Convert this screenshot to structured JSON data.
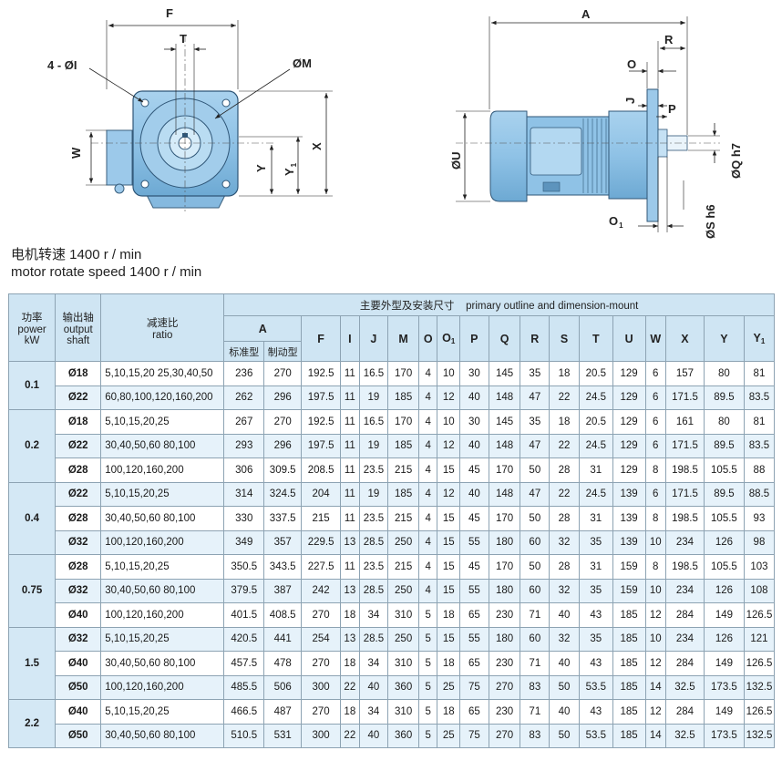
{
  "diagram_labels": {
    "F": "F",
    "T": "T",
    "four_dia_i": "4 - ØI",
    "dia_m": "ØM",
    "W": "W",
    "Y": "Y",
    "Y1": "Y",
    "X": "X",
    "A": "A",
    "R": "R",
    "O": "O",
    "J": "J",
    "P": "P",
    "dia_u": "ØU",
    "dia_q_h7": "ØQ  h7",
    "O1": "O",
    "dia_s_h6": "ØS  h6",
    "sub1": "1"
  },
  "caption": {
    "line_cn": "电机转速 1400 r / min",
    "line_en": "motor rotate speed 1400 r / min"
  },
  "table": {
    "header": {
      "power_cn": "功率",
      "power_en": "power",
      "power_unit": "kW",
      "shaft_cn": "输出轴",
      "shaft_en1": "output",
      "shaft_en2": "shaft",
      "ratio_cn": "减速比",
      "ratio_en": "ratio",
      "group_title": "主要外型及安装尺寸    primary outline and dimension-mount",
      "A": "A",
      "A_std": "标准型",
      "A_brake": "制动型",
      "cols": [
        "F",
        "I",
        "J",
        "M",
        "O",
        "O",
        "P",
        "Q",
        "R",
        "S",
        "T",
        "U",
        "W",
        "X",
        "Y",
        "Y"
      ],
      "col_sub": [
        "",
        "",
        "",
        "",
        "",
        "1",
        "",
        "",
        "",
        "",
        "",
        "",
        "",
        "",
        "",
        "1"
      ]
    },
    "groups": [
      {
        "power": "0.1",
        "rows": [
          [
            "Ø18",
            "5,10,15,20 25,30,40,50",
            "236",
            "270",
            "192.5",
            "11",
            "16.5",
            "170",
            "4",
            "10",
            "30",
            "145",
            "35",
            "18",
            "20.5",
            "129",
            "6",
            "157",
            "80",
            "81"
          ],
          [
            "Ø22",
            "60,80,100,120,160,200",
            "262",
            "296",
            "197.5",
            "11",
            "19",
            "185",
            "4",
            "12",
            "40",
            "148",
            "47",
            "22",
            "24.5",
            "129",
            "6",
            "171.5",
            "89.5",
            "83.5"
          ]
        ]
      },
      {
        "power": "0.2",
        "rows": [
          [
            "Ø18",
            "5,10,15,20,25",
            "267",
            "270",
            "192.5",
            "11",
            "16.5",
            "170",
            "4",
            "10",
            "30",
            "145",
            "35",
            "18",
            "20.5",
            "129",
            "6",
            "161",
            "80",
            "81"
          ],
          [
            "Ø22",
            "30,40,50,60 80,100",
            "293",
            "296",
            "197.5",
            "11",
            "19",
            "185",
            "4",
            "12",
            "40",
            "148",
            "47",
            "22",
            "24.5",
            "129",
            "6",
            "171.5",
            "89.5",
            "83.5"
          ],
          [
            "Ø28",
            "100,120,160,200",
            "306",
            "309.5",
            "208.5",
            "11",
            "23.5",
            "215",
            "4",
            "15",
            "45",
            "170",
            "50",
            "28",
            "31",
            "129",
            "8",
            "198.5",
            "105.5",
            "88"
          ]
        ]
      },
      {
        "power": "0.4",
        "rows": [
          [
            "Ø22",
            "5,10,15,20,25",
            "314",
            "324.5",
            "204",
            "11",
            "19",
            "185",
            "4",
            "12",
            "40",
            "148",
            "47",
            "22",
            "24.5",
            "139",
            "6",
            "171.5",
            "89.5",
            "88.5"
          ],
          [
            "Ø28",
            "30,40,50,60 80,100",
            "330",
            "337.5",
            "215",
            "11",
            "23.5",
            "215",
            "4",
            "15",
            "45",
            "170",
            "50",
            "28",
            "31",
            "139",
            "8",
            "198.5",
            "105.5",
            "93"
          ],
          [
            "Ø32",
            "100,120,160,200",
            "349",
            "357",
            "229.5",
            "13",
            "28.5",
            "250",
            "4",
            "15",
            "55",
            "180",
            "60",
            "32",
            "35",
            "139",
            "10",
            "234",
            "126",
            "98"
          ]
        ]
      },
      {
        "power": "0.75",
        "rows": [
          [
            "Ø28",
            "5,10,15,20,25",
            "350.5",
            "343.5",
            "227.5",
            "11",
            "23.5",
            "215",
            "4",
            "15",
            "45",
            "170",
            "50",
            "28",
            "31",
            "159",
            "8",
            "198.5",
            "105.5",
            "103"
          ],
          [
            "Ø32",
            "30,40,50,60 80,100",
            "379.5",
            "387",
            "242",
            "13",
            "28.5",
            "250",
            "4",
            "15",
            "55",
            "180",
            "60",
            "32",
            "35",
            "159",
            "10",
            "234",
            "126",
            "108"
          ],
          [
            "Ø40",
            "100,120,160,200",
            "401.5",
            "408.5",
            "270",
            "18",
            "34",
            "310",
            "5",
            "18",
            "65",
            "230",
            "71",
            "40",
            "43",
            "185",
            "12",
            "284",
            "149",
            "126.5"
          ]
        ]
      },
      {
        "power": "1.5",
        "rows": [
          [
            "Ø32",
            "5,10,15,20,25",
            "420.5",
            "441",
            "254",
            "13",
            "28.5",
            "250",
            "5",
            "15",
            "55",
            "180",
            "60",
            "32",
            "35",
            "185",
            "10",
            "234",
            "126",
            "121"
          ],
          [
            "Ø40",
            "30,40,50,60 80,100",
            "457.5",
            "478",
            "270",
            "18",
            "34",
            "310",
            "5",
            "18",
            "65",
            "230",
            "71",
            "40",
            "43",
            "185",
            "12",
            "284",
            "149",
            "126.5"
          ],
          [
            "Ø50",
            "100,120,160,200",
            "485.5",
            "506",
            "300",
            "22",
            "40",
            "360",
            "5",
            "25",
            "75",
            "270",
            "83",
            "50",
            "53.5",
            "185",
            "14",
            "32.5",
            "173.5",
            "132.5"
          ]
        ]
      },
      {
        "power": "2.2",
        "rows": [
          [
            "Ø40",
            "5,10,15,20,25",
            "466.5",
            "487",
            "270",
            "18",
            "34",
            "310",
            "5",
            "18",
            "65",
            "230",
            "71",
            "40",
            "43",
            "185",
            "12",
            "284",
            "149",
            "126.5"
          ],
          [
            "Ø50",
            "30,40,50,60 80,100",
            "510.5",
            "531",
            "300",
            "22",
            "40",
            "360",
            "5",
            "25",
            "75",
            "270",
            "83",
            "50",
            "53.5",
            "185",
            "14",
            "32.5",
            "173.5",
            "132.5"
          ]
        ]
      }
    ]
  }
}
